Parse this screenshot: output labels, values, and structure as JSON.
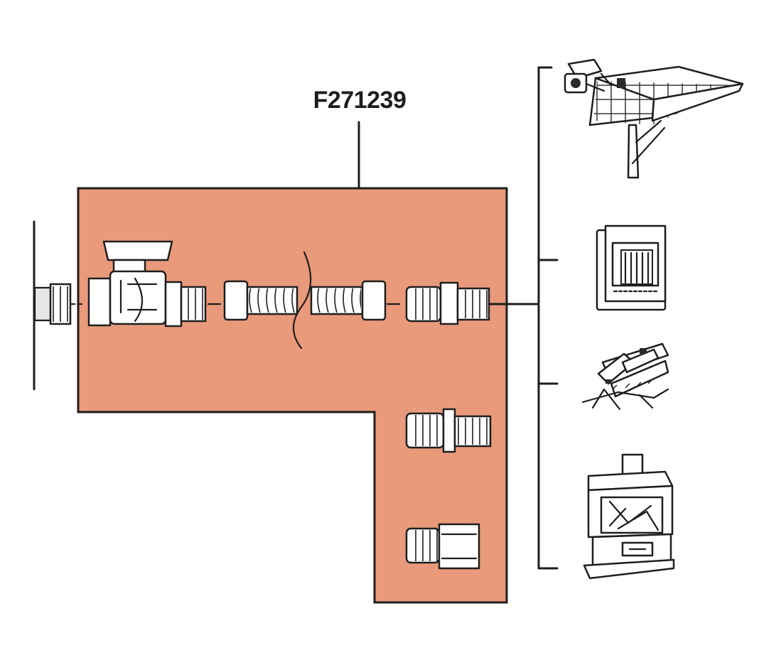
{
  "diagram": {
    "part_number": "F271239",
    "colors": {
      "kit_region": "#e99a7a",
      "outline": "#1e1e1e",
      "background": "#ffffff"
    },
    "kit_components": [
      {
        "id": "ball-valve",
        "icon": "gas-shutoff-ball-valve-icon"
      },
      {
        "id": "flex-connector",
        "icon": "corrugated-flexible-gas-connector-icon"
      },
      {
        "id": "flare-adapter-1",
        "icon": "flare-to-pipe-adapter-icon"
      },
      {
        "id": "flare-adapter-2",
        "icon": "flare-to-pipe-adapter-icon"
      },
      {
        "id": "flare-adapter-3",
        "icon": "flare-to-female-pipe-adapter-icon"
      }
    ],
    "appliances": [
      {
        "id": "overhead-heater",
        "icon": "overhead-infrared-heater-icon"
      },
      {
        "id": "wall-heater",
        "icon": "vent-free-wall-heater-icon"
      },
      {
        "id": "gas-logs",
        "icon": "gas-log-set-icon"
      },
      {
        "id": "stove",
        "icon": "freestanding-gas-stove-icon"
      }
    ]
  }
}
